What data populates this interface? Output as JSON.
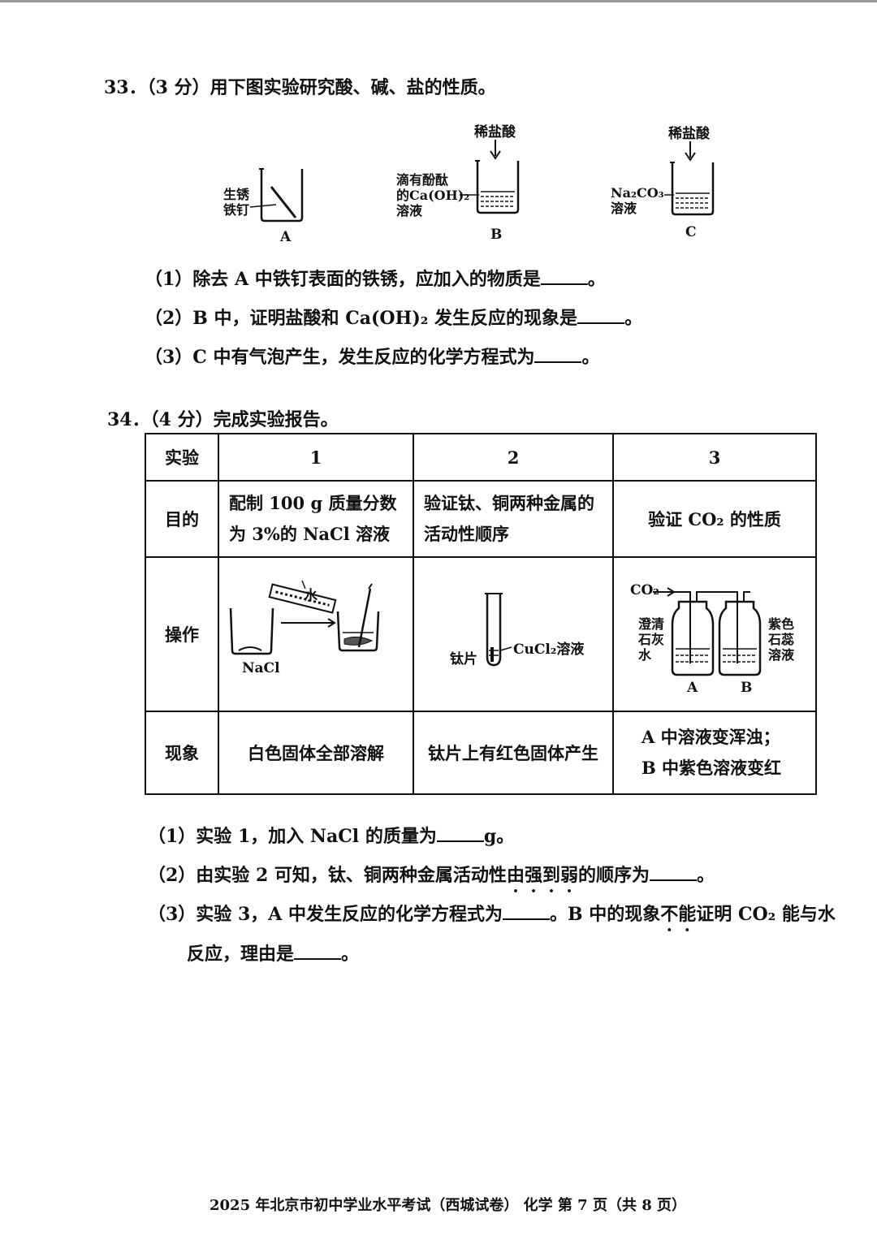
{
  "q33": {
    "title": "33．（3 分）用下图实验研究酸、碱、盐的性质。",
    "fig": {
      "a_label": "A",
      "b_label": "B",
      "c_label": "C",
      "a_text_1": "生锈",
      "a_text_2": "铁钉",
      "b_reagent": "稀盐酸",
      "b_text_1": "滴有酚酞",
      "b_text_2": "的Ca(OH)₂",
      "b_text_3": "溶液",
      "c_reagent": "稀盐酸",
      "c_text_1": "Na₂CO₃",
      "c_text_2": "溶液"
    },
    "sub1": "（1）除去 A 中铁钉表面的铁锈，应加入的物质是",
    "sub2": "（2）B 中，证明盐酸和 Ca(OH)₂ 发生反应的现象是",
    "sub3": "（3）C 中有气泡产生，发生反应的化学方程式为",
    "end": "。"
  },
  "q34": {
    "title": "34．（4 分）完成实验报告。",
    "table": {
      "h_experiment": "实验",
      "h_1": "1",
      "h_2": "2",
      "h_3": "3",
      "r_purpose": "目的",
      "purpose_1a": "配制 100 g 质量分数",
      "purpose_1b": "为 3%的 NaCl 溶液",
      "purpose_2a": "验证钛、铜两种金属的",
      "purpose_2b": "活动性顺序",
      "purpose_3": "验证 CO₂ 的性质",
      "r_operation": "操作",
      "op1_water": "水",
      "op1_nacl": "NaCl",
      "op2_ti": "钛片",
      "op2_cucl2": "CuCl₂溶液",
      "op3_co2": "CO₂",
      "op3_lime_1": "澄清",
      "op3_lime_2": "石灰",
      "op3_lime_3": "水",
      "op3_litmus_1": "紫色",
      "op3_litmus_2": "石蕊",
      "op3_litmus_3": "溶液",
      "op3_a": "A",
      "op3_b": "B",
      "r_phenomenon": "现象",
      "phen_1": "白色固体全部溶解",
      "phen_2": "钛片上有红色固体产生",
      "phen_3a": "A 中溶液变浑浊；",
      "phen_3b": "B 中紫色溶液变红"
    },
    "sub1_a": "（1）实验 1，加入 NaCl 的质量为",
    "sub1_b": "g。",
    "sub2_a": "（2）由实验 2 可知，钛、铜两种金属活动性",
    "sub2_dot": "由强到弱",
    "sub2_b": "的顺序为",
    "sub3_a": "（3）实验 3，A 中发生反应的化学方程式为",
    "sub3_b": "。B 中的现象",
    "sub3_dot": "不能",
    "sub3_c": "证明 CO₂ 能与水",
    "sub3_d": "反应，理由是",
    "end": "。"
  },
  "footer": "2025 年北京市初中学业水平考试（西城试卷）   化学   第 7 页（共 8 页）"
}
